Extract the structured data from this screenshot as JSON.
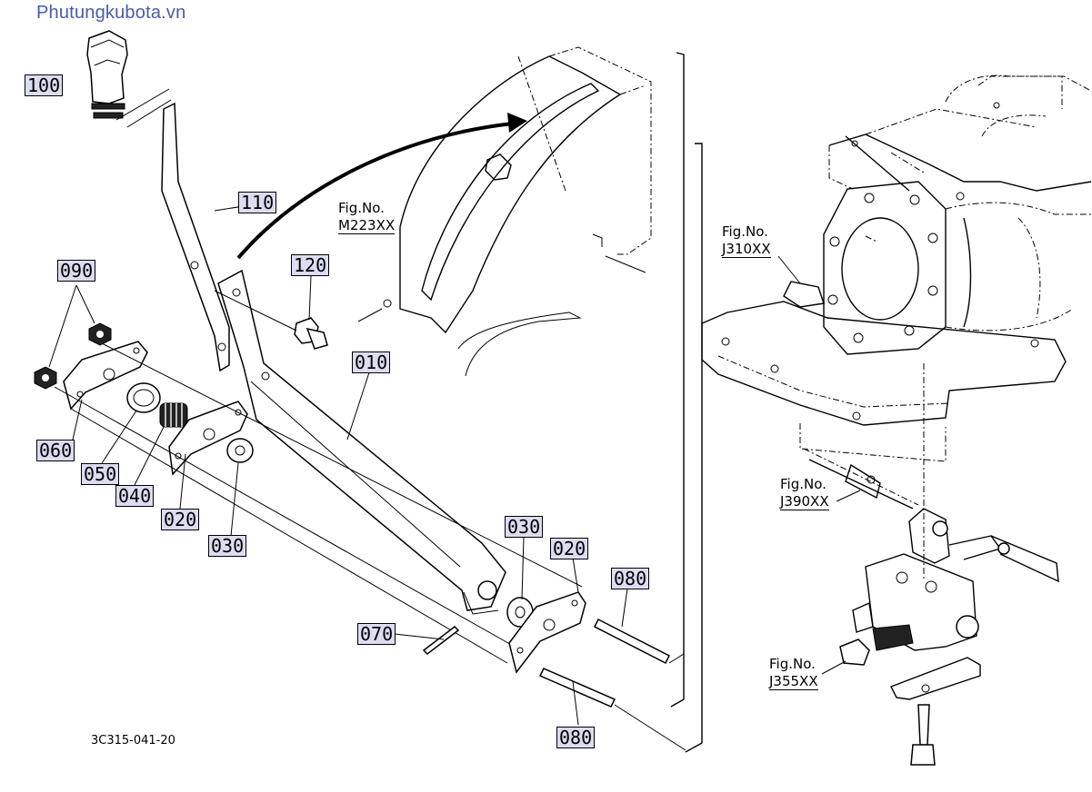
{
  "watermark": "Phutungkubota.vn",
  "drawing_number": "3C315-041-20",
  "part_labels": {
    "p100": "100",
    "p110": "110",
    "p120": "120",
    "p090": "090",
    "p060": "060",
    "p050": "050",
    "p040": "040",
    "p020a": "020",
    "p030a": "030",
    "p010": "010",
    "p030b": "030",
    "p020b": "020",
    "p080a": "080",
    "p070": "070",
    "p080b": "080"
  },
  "fig_refs": {
    "m223": {
      "label": "Fig.No.",
      "code": "M223XX"
    },
    "j310": {
      "label": "Fig.No.",
      "code": "J310XX"
    },
    "j390": {
      "label": "Fig.No.",
      "code": "J390XX"
    },
    "j355": {
      "label": "Fig.No.",
      "code": "J355XX"
    }
  }
}
